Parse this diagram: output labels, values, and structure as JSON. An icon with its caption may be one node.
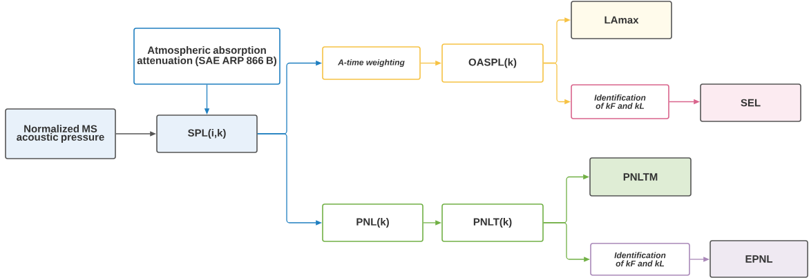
{
  "diagram": {
    "nodes": [
      {
        "text": [
          "Normalized MS acoustic pressure"
        ]
      },
      {
        "text": [
          "Atmospheric absorption attenuation (SAE ARP 866 B)"
        ]
      },
      {
        "text": [
          "SPL(i,k)"
        ]
      },
      {
        "text": [
          "A-time weighting"
        ]
      },
      {
        "text": [
          "OASPL(k)"
        ]
      },
      {
        "text": [
          "LAmax"
        ]
      },
      {
        "text": [
          "Identification of kF and kL"
        ]
      },
      {
        "text": [
          "SEL"
        ]
      },
      {
        "text": [
          "PNL(k)"
        ]
      },
      {
        "text": [
          "PNLT(k)"
        ]
      },
      {
        "text": [
          "PNLTM"
        ]
      },
      {
        "text": [
          "Identification of kF and kL"
        ]
      },
      {
        "text": [
          "EPNL"
        ]
      }
    ],
    "edges": [
      {
        "from": 0,
        "to": 2,
        "arrow": "to",
        "color": "#555555"
      },
      {
        "from": 1,
        "to": 2,
        "arrow": "to",
        "color": "#1f7fc0"
      },
      {
        "from": 2,
        "to": 3,
        "arrow": "to",
        "color": "#1f7fc0"
      },
      {
        "from": 2,
        "to": 8,
        "arrow": "to",
        "color": "#1f7fc0"
      },
      {
        "from": 3,
        "to": 4,
        "arrow": "to",
        "color": "#f6c244"
      },
      {
        "from": 4,
        "to": 5,
        "arrow": "to",
        "color": "#f6c244"
      },
      {
        "from": 4,
        "to": 6,
        "arrow": "to",
        "color": "#f6c244"
      },
      {
        "from": 6,
        "to": 7,
        "arrow": "to",
        "color": "#d9648c"
      },
      {
        "from": 8,
        "to": 9,
        "arrow": "to",
        "color": "#71b045"
      },
      {
        "from": 9,
        "to": 10,
        "arrow": "to",
        "color": "#71b045"
      },
      {
        "from": 9,
        "to": 11,
        "arrow": "to",
        "color": "#71b045"
      },
      {
        "from": 11,
        "to": 12,
        "arrow": "to",
        "color": "#a988b8"
      }
    ]
  }
}
